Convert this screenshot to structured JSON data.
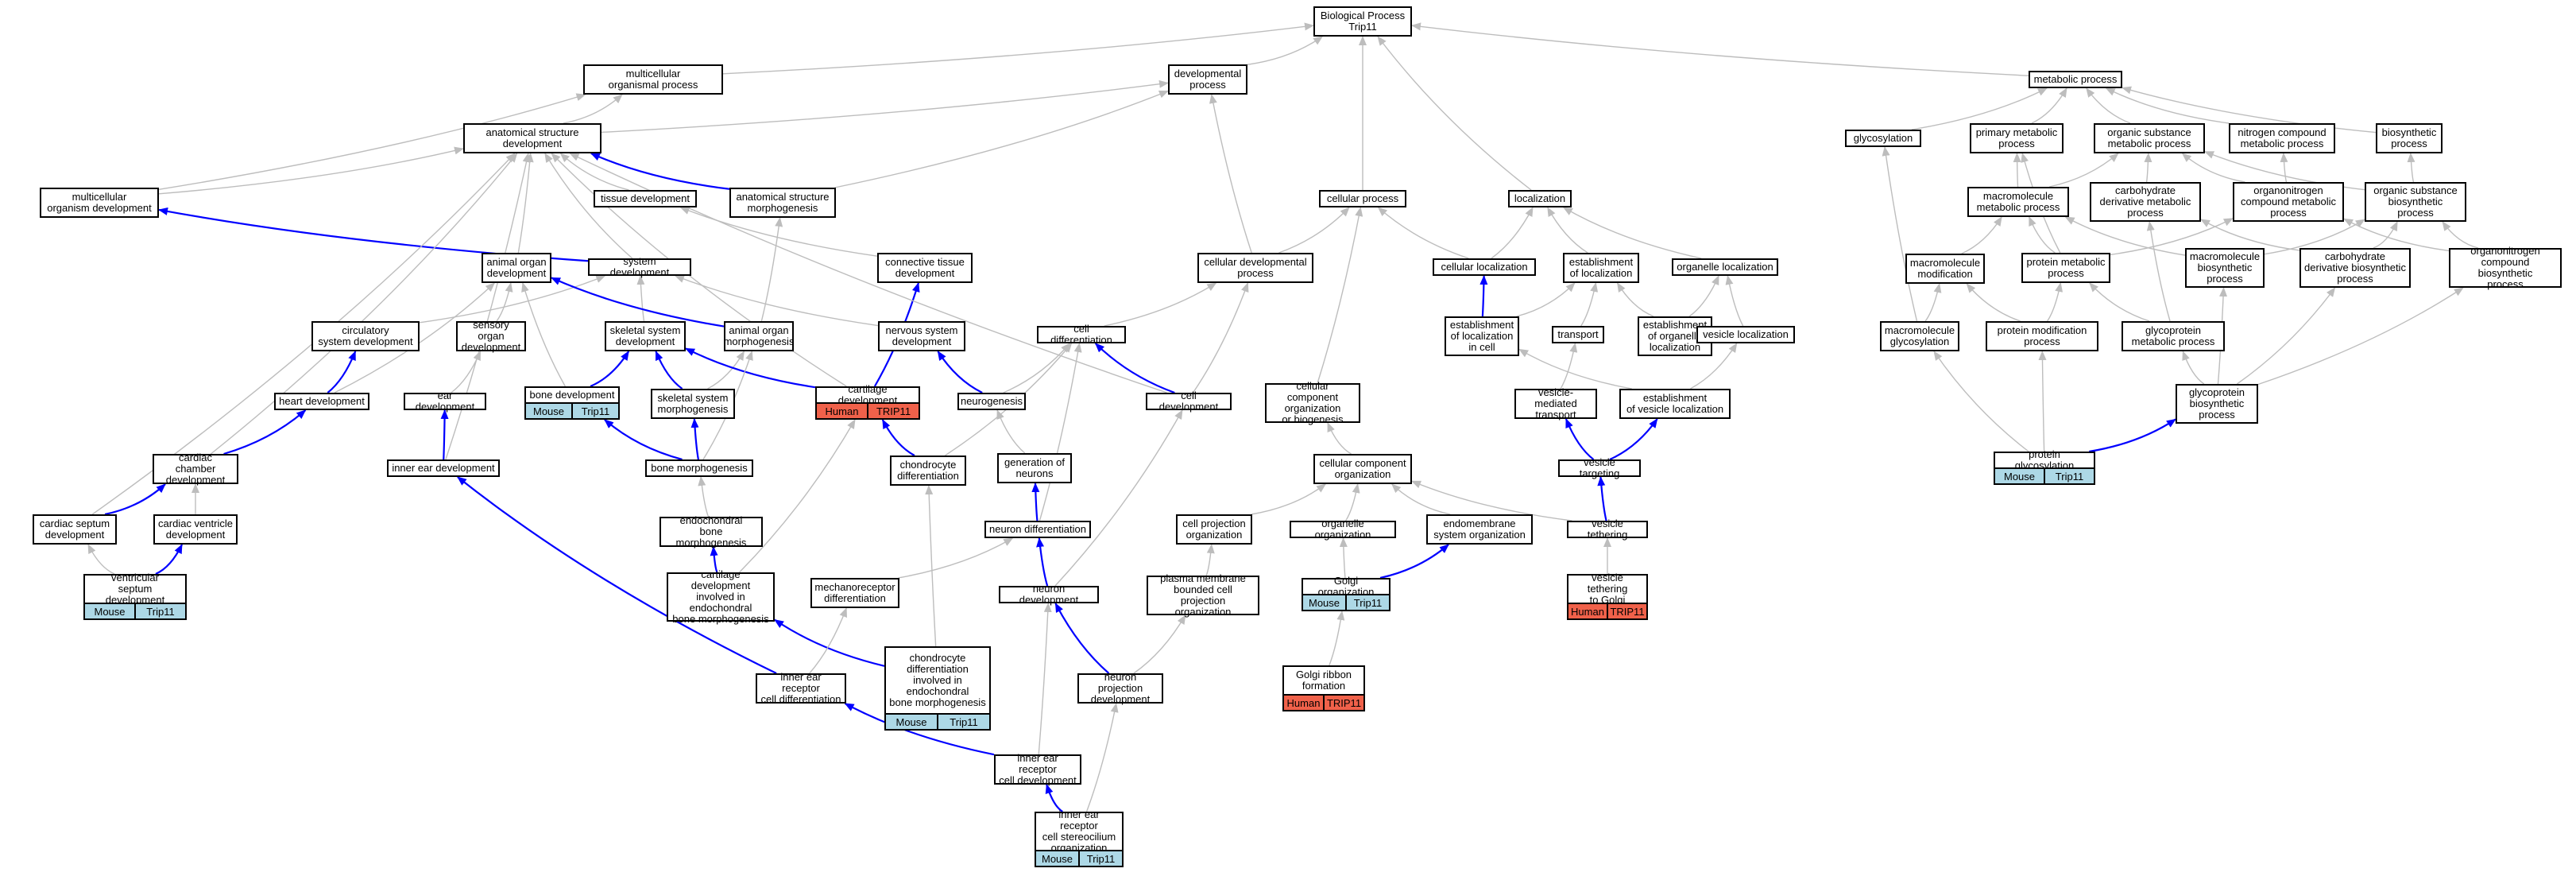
{
  "colors": {
    "gray_edge": "#bdbdbd",
    "blue_edge": "#0000ff",
    "mouse": "#add8e6",
    "human": "#f0614a"
  },
  "nodes": [
    {
      "id": "root",
      "label": "Biological Process\nTrip11"
    },
    {
      "id": "multicell_proc",
      "label": "multicellular\norganismal process"
    },
    {
      "id": "dev_proc",
      "label": "developmental\nprocess"
    },
    {
      "id": "metabolic",
      "label": "metabolic process"
    },
    {
      "id": "anat_dev",
      "label": "anatomical structure\ndevelopment"
    },
    {
      "id": "glycosylation",
      "label": "glycosylation"
    },
    {
      "id": "primary_metab",
      "label": "primary metabolic\nprocess"
    },
    {
      "id": "org_subst_metab",
      "label": "organic substance\nmetabolic process"
    },
    {
      "id": "nitrogen_metab",
      "label": "nitrogen compound\nmetabolic process"
    },
    {
      "id": "biosynthetic",
      "label": "biosynthetic\nprocess"
    },
    {
      "id": "multicell_dev",
      "label": "multicellular\norganism development"
    },
    {
      "id": "tissue_dev",
      "label": "tissue development"
    },
    {
      "id": "anat_morph",
      "label": "anatomical structure\nmorphogenesis"
    },
    {
      "id": "cellular_proc",
      "label": "cellular process"
    },
    {
      "id": "localization",
      "label": "localization"
    },
    {
      "id": "macromol_metab",
      "label": "macromolecule\nmetabolic process"
    },
    {
      "id": "carb_deriv_metab",
      "label": "carbohydrate\nderivative metabolic\nprocess"
    },
    {
      "id": "organonitrogen_metab",
      "label": "organonitrogen\ncompound metabolic\nprocess"
    },
    {
      "id": "org_subst_biosyn",
      "label": "organic substance\nbiosynthetic\nprocess"
    },
    {
      "id": "animal_organ_dev",
      "label": "animal organ\ndevelopment"
    },
    {
      "id": "system_dev",
      "label": "system development"
    },
    {
      "id": "connective_dev",
      "label": "connective tissue\ndevelopment"
    },
    {
      "id": "cell_dev_proc",
      "label": "cellular developmental\nprocess"
    },
    {
      "id": "cellular_loc",
      "label": "cellular localization"
    },
    {
      "id": "estab_loc",
      "label": "establishment\nof localization"
    },
    {
      "id": "organelle_loc",
      "label": "organelle localization"
    },
    {
      "id": "macromol_mod",
      "label": "macromolecule\nmodification"
    },
    {
      "id": "protein_metab",
      "label": "protein metabolic\nprocess"
    },
    {
      "id": "macromol_biosyn",
      "label": "macromolecule\nbiosynthetic\nprocess"
    },
    {
      "id": "carb_deriv_biosyn",
      "label": "carbohydrate\nderivative biosynthetic\nprocess"
    },
    {
      "id": "organonitrogen_biosyn",
      "label": "organonitrogen\ncompound biosynthetic\nprocess"
    },
    {
      "id": "circulatory_dev",
      "label": "circulatory\nsystem development"
    },
    {
      "id": "sensory_organ_dev",
      "label": "sensory organ\ndevelopment"
    },
    {
      "id": "skeletal_sys_dev",
      "label": "skeletal system\ndevelopment"
    },
    {
      "id": "animal_organ_morph",
      "label": "animal organ\nmorphogenesis"
    },
    {
      "id": "nervous_sys_dev",
      "label": "nervous system\ndevelopment"
    },
    {
      "id": "cell_diff",
      "label": "cell differentiation"
    },
    {
      "id": "estab_loc_cell",
      "label": "establishment\nof localization\nin cell"
    },
    {
      "id": "transport",
      "label": "transport"
    },
    {
      "id": "estab_organelle_loc",
      "label": "establishment\nof organelle\nlocalization"
    },
    {
      "id": "vesicle_loc",
      "label": "vesicle localization"
    },
    {
      "id": "macromol_glyco",
      "label": "macromolecule\nglycosylation"
    },
    {
      "id": "protein_mod",
      "label": "protein modification\nprocess"
    },
    {
      "id": "glycoprotein_metab",
      "label": "glycoprotein\nmetabolic process"
    },
    {
      "id": "heart_dev",
      "label": "heart development"
    },
    {
      "id": "ear_dev",
      "label": "ear development"
    },
    {
      "id": "bone_dev",
      "label": "bone development",
      "tag": {
        "left": "Mouse",
        "right": "Trip11",
        "species": "mouse"
      }
    },
    {
      "id": "skeletal_morph",
      "label": "skeletal system\nmorphogenesis"
    },
    {
      "id": "cartilage_dev",
      "label": "cartilage development",
      "tag": {
        "left": "Human",
        "right": "TRIP11",
        "species": "human"
      }
    },
    {
      "id": "neurogenesis",
      "label": "neurogenesis"
    },
    {
      "id": "cell_development",
      "label": "cell development"
    },
    {
      "id": "cell_comp_org_biogen",
      "label": "cellular component\norganization\nor biogenesis"
    },
    {
      "id": "vesicle_transport",
      "label": "vesicle-mediated\ntransport"
    },
    {
      "id": "estab_vesicle_loc",
      "label": "establishment\nof vesicle localization"
    },
    {
      "id": "glycoprotein_biosyn",
      "label": "glycoprotein\nbiosynthetic\nprocess"
    },
    {
      "id": "cardiac_chamber_dev",
      "label": "cardiac chamber\ndevelopment"
    },
    {
      "id": "inner_ear_dev",
      "label": "inner ear development"
    },
    {
      "id": "bone_morph",
      "label": "bone morphogenesis"
    },
    {
      "id": "chondrocyte_diff",
      "label": "chondrocyte\ndifferentiation"
    },
    {
      "id": "gen_neurons",
      "label": "generation of\nneurons"
    },
    {
      "id": "cell_comp_org",
      "label": "cellular component\norganization"
    },
    {
      "id": "vesicle_targeting",
      "label": "vesicle targeting"
    },
    {
      "id": "protein_glyco",
      "label": "protein glycosylation",
      "tag": {
        "left": "Mouse",
        "right": "Trip11",
        "species": "mouse"
      }
    },
    {
      "id": "cardiac_septum_dev",
      "label": "cardiac septum\ndevelopment"
    },
    {
      "id": "cardiac_ventricle_dev",
      "label": "cardiac ventricle\ndevelopment"
    },
    {
      "id": "endochondral_morph",
      "label": "endochondral\nbone morphogenesis"
    },
    {
      "id": "neuron_diff",
      "label": "neuron differentiation"
    },
    {
      "id": "cell_proj_org",
      "label": "cell projection\norganization"
    },
    {
      "id": "organelle_org",
      "label": "organelle organization"
    },
    {
      "id": "endomembrane_org",
      "label": "endomembrane\nsystem organization"
    },
    {
      "id": "vesicle_tethering",
      "label": "vesicle tethering"
    },
    {
      "id": "ventricular_septum_dev",
      "label": "ventricular\nseptum development",
      "tag": {
        "left": "Mouse",
        "right": "Trip11",
        "species": "mouse"
      }
    },
    {
      "id": "cartilage_endochondral",
      "label": "cartilage development\ninvolved in\nendochondral\nbone morphogenesis"
    },
    {
      "id": "mechanoreceptor_diff",
      "label": "mechanoreceptor\ndifferentiation"
    },
    {
      "id": "neuron_dev",
      "label": "neuron development"
    },
    {
      "id": "plasma_membrane_proj",
      "label": "plasma membrane\nbounded cell\nprojection organization"
    },
    {
      "id": "golgi_org",
      "label": "Golgi organization",
      "tag": {
        "left": "Mouse",
        "right": "Trip11",
        "species": "mouse"
      }
    },
    {
      "id": "vesicle_tethering_golgi",
      "label": "vesicle tethering\nto Golgi",
      "tag": {
        "left": "Human",
        "right": "TRIP11",
        "species": "human"
      }
    },
    {
      "id": "chondrocyte_diff_endo",
      "label": "chondrocyte\ndifferentiation\ninvolved in\nendochondral\nbone morphogenesis",
      "tag": {
        "left": "Mouse",
        "right": "Trip11",
        "species": "mouse"
      }
    },
    {
      "id": "golgi_ribbon",
      "label": "Golgi ribbon\nformation",
      "tag": {
        "left": "Human",
        "right": "TRIP11",
        "species": "human"
      }
    },
    {
      "id": "inner_ear_receptor_diff",
      "label": "inner ear receptor\ncell differentiation"
    },
    {
      "id": "neuron_proj_dev",
      "label": "neuron projection\ndevelopment"
    },
    {
      "id": "inner_ear_receptor_dev",
      "label": "inner ear receptor\ncell development"
    },
    {
      "id": "stereocilium_org",
      "label": "inner ear receptor\ncell stereocilium\norganization",
      "tag": {
        "left": "Mouse",
        "right": "Trip11",
        "species": "mouse"
      }
    }
  ],
  "edges": [
    [
      "multicell_proc",
      "root",
      "g"
    ],
    [
      "dev_proc",
      "root",
      "g"
    ],
    [
      "cellular_proc",
      "root",
      "g"
    ],
    [
      "localization",
      "root",
      "g"
    ],
    [
      "metabolic",
      "root",
      "g"
    ],
    [
      "anat_dev",
      "multicell_proc",
      "g"
    ],
    [
      "anat_dev",
      "dev_proc",
      "g"
    ],
    [
      "multicell_dev",
      "multicell_proc",
      "g"
    ],
    [
      "multicell_dev",
      "anat_dev",
      "g"
    ],
    [
      "tissue_dev",
      "anat_dev",
      "g"
    ],
    [
      "anat_morph",
      "anat_dev",
      "b"
    ],
    [
      "anat_morph",
      "dev_proc",
      "g"
    ],
    [
      "animal_organ_dev",
      "anat_dev",
      "g"
    ],
    [
      "system_dev",
      "anat_dev",
      "g"
    ],
    [
      "system_dev",
      "multicell_dev",
      "b"
    ],
    [
      "connective_dev",
      "tissue_dev",
      "g"
    ],
    [
      "cell_dev_proc",
      "dev_proc",
      "g"
    ],
    [
      "cell_dev_proc",
      "cellular_proc",
      "g"
    ],
    [
      "cellular_loc",
      "cellular_proc",
      "g"
    ],
    [
      "cellular_loc",
      "localization",
      "g"
    ],
    [
      "estab_loc",
      "localization",
      "g"
    ],
    [
      "organelle_loc",
      "localization",
      "g"
    ],
    [
      "glycosylation",
      "metabolic",
      "g"
    ],
    [
      "primary_metab",
      "metabolic",
      "g"
    ],
    [
      "org_subst_metab",
      "metabolic",
      "g"
    ],
    [
      "nitrogen_metab",
      "metabolic",
      "g"
    ],
    [
      "biosynthetic",
      "metabolic",
      "g"
    ],
    [
      "macromol_metab",
      "org_subst_metab",
      "g"
    ],
    [
      "macromol_metab",
      "primary_metab",
      "g"
    ],
    [
      "carb_deriv_metab",
      "org_subst_metab",
      "g"
    ],
    [
      "organonitrogen_metab",
      "nitrogen_metab",
      "g"
    ],
    [
      "organonitrogen_metab",
      "org_subst_metab",
      "g"
    ],
    [
      "org_subst_biosyn",
      "org_subst_metab",
      "g"
    ],
    [
      "org_subst_biosyn",
      "biosynthetic",
      "g"
    ],
    [
      "macromol_mod",
      "macromol_metab",
      "g"
    ],
    [
      "protein_metab",
      "macromol_metab",
      "g"
    ],
    [
      "protein_metab",
      "organonitrogen_metab",
      "g"
    ],
    [
      "protein_metab",
      "primary_metab",
      "g"
    ],
    [
      "macromol_biosyn",
      "macromol_metab",
      "g"
    ],
    [
      "macromol_biosyn",
      "org_subst_biosyn",
      "g"
    ],
    [
      "carb_deriv_biosyn",
      "carb_deriv_metab",
      "g"
    ],
    [
      "carb_deriv_biosyn",
      "org_subst_biosyn",
      "g"
    ],
    [
      "organonitrogen_biosyn",
      "organonitrogen_metab",
      "g"
    ],
    [
      "organonitrogen_biosyn",
      "org_subst_biosyn",
      "g"
    ],
    [
      "circulatory_dev",
      "system_dev",
      "g"
    ],
    [
      "sensory_organ_dev",
      "animal_organ_dev",
      "g"
    ],
    [
      "skeletal_sys_dev",
      "system_dev",
      "g"
    ],
    [
      "animal_organ_morph",
      "animal_organ_dev",
      "b"
    ],
    [
      "animal_organ_morph",
      "anat_morph",
      "g"
    ],
    [
      "nervous_sys_dev",
      "system_dev",
      "g"
    ],
    [
      "cell_diff",
      "cell_dev_proc",
      "g"
    ],
    [
      "estab_loc_cell",
      "cellular_loc",
      "b"
    ],
    [
      "estab_loc_cell",
      "estab_loc",
      "g"
    ],
    [
      "transport",
      "estab_loc",
      "g"
    ],
    [
      "estab_organelle_loc",
      "organelle_loc",
      "g"
    ],
    [
      "estab_organelle_loc",
      "estab_loc",
      "g"
    ],
    [
      "vesicle_loc",
      "organelle_loc",
      "g"
    ],
    [
      "macromol_glyco",
      "glycosylation",
      "g"
    ],
    [
      "macromol_glyco",
      "macromol_mod",
      "g"
    ],
    [
      "protein_mod",
      "macromol_mod",
      "g"
    ],
    [
      "protein_mod",
      "protein_metab",
      "g"
    ],
    [
      "glycoprotein_metab",
      "carb_deriv_metab",
      "g"
    ],
    [
      "glycoprotein_metab",
      "protein_metab",
      "g"
    ],
    [
      "heart_dev",
      "circulatory_dev",
      "b"
    ],
    [
      "heart_dev",
      "animal_organ_dev",
      "g"
    ],
    [
      "ear_dev",
      "sensory_organ_dev",
      "g"
    ],
    [
      "bone_dev",
      "skeletal_sys_dev",
      "b"
    ],
    [
      "bone_dev",
      "animal_organ_dev",
      "g"
    ],
    [
      "skeletal_morph",
      "skeletal_sys_dev",
      "b"
    ],
    [
      "skeletal_morph",
      "animal_organ_morph",
      "g"
    ],
    [
      "cartilage_dev",
      "skeletal_sys_dev",
      "b"
    ],
    [
      "cartilage_dev",
      "connective_dev",
      "b"
    ],
    [
      "cartilage_dev",
      "anat_dev",
      "g"
    ],
    [
      "neurogenesis",
      "nervous_sys_dev",
      "b"
    ],
    [
      "neurogenesis",
      "cell_diff",
      "g"
    ],
    [
      "cell_development",
      "cell_diff",
      "b"
    ],
    [
      "cell_development",
      "anat_dev",
      "g"
    ],
    [
      "cell_development",
      "cell_dev_proc",
      "g"
    ],
    [
      "cell_comp_org_biogen",
      "cellular_proc",
      "g"
    ],
    [
      "vesicle_transport",
      "transport",
      "g"
    ],
    [
      "estab_vesicle_loc",
      "vesicle_loc",
      "g"
    ],
    [
      "estab_vesicle_loc",
      "estab_loc_cell",
      "g"
    ],
    [
      "glycoprotein_biosyn",
      "glycoprotein_metab",
      "g"
    ],
    [
      "glycoprotein_biosyn",
      "macromol_biosyn",
      "g"
    ],
    [
      "glycoprotein_biosyn",
      "carb_deriv_biosyn",
      "g"
    ],
    [
      "glycoprotein_biosyn",
      "organonitrogen_biosyn",
      "g"
    ],
    [
      "cardiac_chamber_dev",
      "heart_dev",
      "b"
    ],
    [
      "cardiac_chamber_dev",
      "anat_dev",
      "g"
    ],
    [
      "inner_ear_dev",
      "ear_dev",
      "b"
    ],
    [
      "inner_ear_dev",
      "anat_dev",
      "g"
    ],
    [
      "bone_morph",
      "skeletal_morph",
      "b"
    ],
    [
      "bone_morph",
      "bone_dev",
      "b"
    ],
    [
      "bone_morph",
      "animal_organ_morph",
      "g"
    ],
    [
      "chondrocyte_diff",
      "cartilage_dev",
      "b"
    ],
    [
      "chondrocyte_diff",
      "cell_diff",
      "g"
    ],
    [
      "gen_neurons",
      "neurogenesis",
      "g"
    ],
    [
      "cell_comp_org",
      "cell_comp_org_biogen",
      "g"
    ],
    [
      "vesicle_targeting",
      "vesicle_transport",
      "b"
    ],
    [
      "vesicle_targeting",
      "estab_vesicle_loc",
      "b"
    ],
    [
      "protein_glyco",
      "glycoprotein_biosyn",
      "b"
    ],
    [
      "protein_glyco",
      "macromol_glyco",
      "g"
    ],
    [
      "protein_glyco",
      "protein_mod",
      "g"
    ],
    [
      "cardiac_septum_dev",
      "cardiac_chamber_dev",
      "b"
    ],
    [
      "cardiac_septum_dev",
      "anat_dev",
      "g"
    ],
    [
      "cardiac_ventricle_dev",
      "cardiac_chamber_dev",
      "g"
    ],
    [
      "endochondral_morph",
      "bone_morph",
      "g"
    ],
    [
      "neuron_diff",
      "gen_neurons",
      "b"
    ],
    [
      "neuron_diff",
      "cell_diff",
      "g"
    ],
    [
      "cell_proj_org",
      "cell_comp_org",
      "g"
    ],
    [
      "organelle_org",
      "cell_comp_org",
      "g"
    ],
    [
      "endomembrane_org",
      "cell_comp_org",
      "g"
    ],
    [
      "vesicle_tethering",
      "vesicle_targeting",
      "b"
    ],
    [
      "vesicle_tethering",
      "cell_comp_org",
      "g"
    ],
    [
      "ventricular_septum_dev",
      "cardiac_ventricle_dev",
      "b"
    ],
    [
      "ventricular_septum_dev",
      "cardiac_septum_dev",
      "g"
    ],
    [
      "cartilage_endochondral",
      "endochondral_morph",
      "b"
    ],
    [
      "cartilage_endochondral",
      "cartilage_dev",
      "g"
    ],
    [
      "mechanoreceptor_diff",
      "neuron_diff",
      "g"
    ],
    [
      "neuron_dev",
      "neuron_diff",
      "b"
    ],
    [
      "neuron_dev",
      "cell_development",
      "g"
    ],
    [
      "plasma_membrane_proj",
      "cell_proj_org",
      "g"
    ],
    [
      "golgi_org",
      "endomembrane_org",
      "b"
    ],
    [
      "golgi_org",
      "organelle_org",
      "g"
    ],
    [
      "vesicle_tethering_golgi",
      "vesicle_tethering",
      "g"
    ],
    [
      "chondrocyte_diff_endo",
      "cartilage_endochondral",
      "b"
    ],
    [
      "chondrocyte_diff_endo",
      "chondrocyte_diff",
      "g"
    ],
    [
      "golgi_ribbon",
      "golgi_org",
      "g"
    ],
    [
      "inner_ear_receptor_diff",
      "inner_ear_dev",
      "b"
    ],
    [
      "inner_ear_receptor_diff",
      "mechanoreceptor_diff",
      "g"
    ],
    [
      "neuron_proj_dev",
      "neuron_dev",
      "b"
    ],
    [
      "neuron_proj_dev",
      "plasma_membrane_proj",
      "g"
    ],
    [
      "inner_ear_receptor_dev",
      "inner_ear_receptor_diff",
      "b"
    ],
    [
      "inner_ear_receptor_dev",
      "neuron_dev",
      "g"
    ],
    [
      "stereocilium_org",
      "inner_ear_receptor_dev",
      "b"
    ],
    [
      "stereocilium_org",
      "neuron_proj_dev",
      "g"
    ]
  ]
}
